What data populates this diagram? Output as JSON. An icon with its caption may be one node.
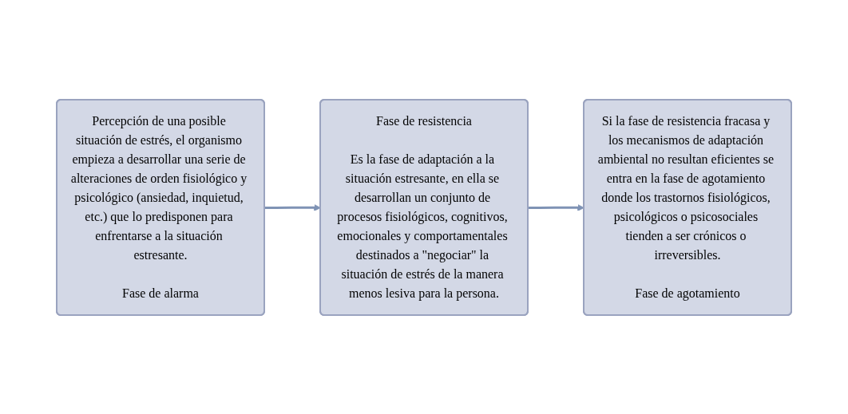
{
  "diagram": {
    "nodes": [
      {
        "text": [
          "Percepción de una posible situación de estrés, el organismo empieza a desarrollar una serie de alteraciones de orden fisiológico y psicológico (ansiedad, inquietud, etc.) que lo predisponen para enfrentarse a la situación estresante.",
          "Fase de alarma"
        ]
      },
      {
        "text": [
          "Fase de resistencia",
          "Es la fase de adaptación a la situación estresante, en ella se desarrollan un conjunto de procesos fisiológicos, cognitivos, emocionales y comportamentales destinados a \"negociar\" la situación de estrés de la manera menos lesiva para la persona."
        ]
      },
      {
        "text": [
          "Si la fase de resistencia fracasa y los mecanismos de adaptación ambiental no resultan eficientes se entra en la fase de agotamiento donde los trastornos fisiológicos, psicológicos o psicosociales tienden a ser crónicos o irreversibles.",
          "Fase de agotamiento"
        ]
      }
    ],
    "edges": [
      {
        "from": 0,
        "to": 1,
        "arrow": "to"
      },
      {
        "from": 1,
        "to": 2,
        "arrow": "to"
      }
    ]
  }
}
